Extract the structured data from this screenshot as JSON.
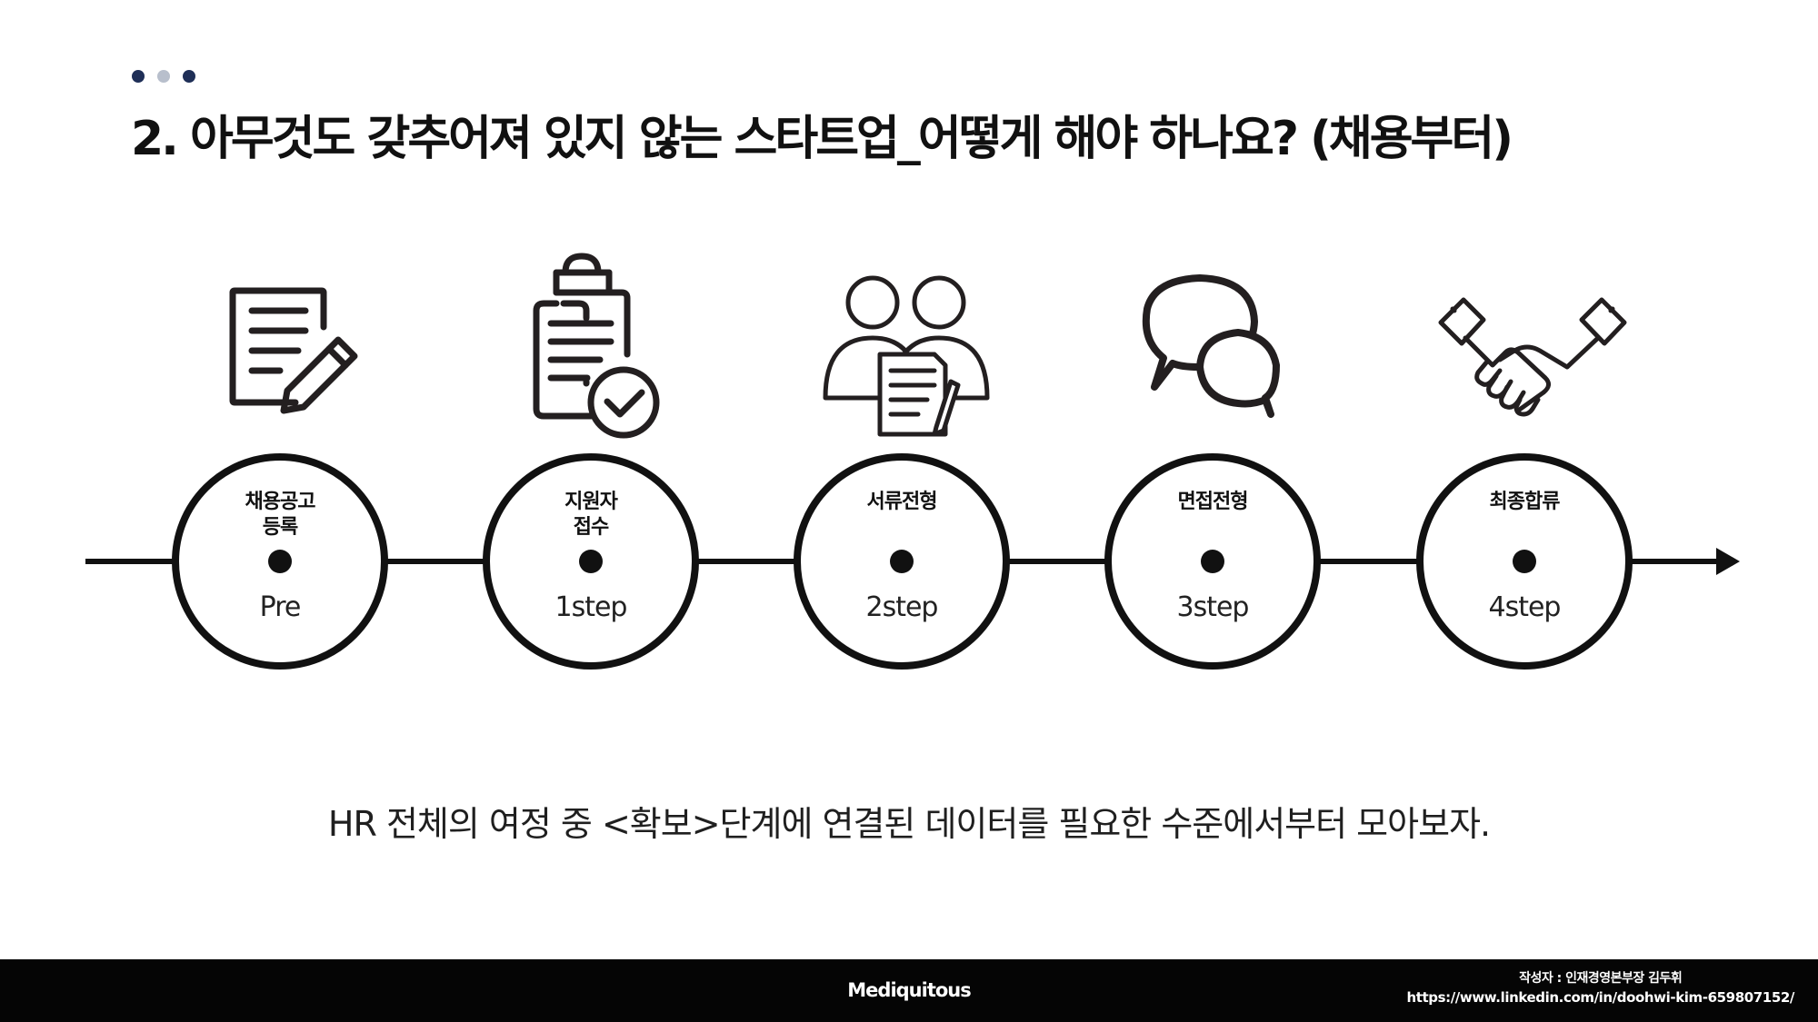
{
  "slide": {
    "title": "2. 아무것도 갖추어져 있지 않는 스타트업_어떻게 해야 하나요? (채용부터)",
    "caption": "HR 전체의 여정 중 <확보>단계에 연결된 데이터를 필요한 수준에서부터 모아보자."
  },
  "decor": {
    "dots": [
      {
        "color": "#1f2f57"
      },
      {
        "color": "#b8bfcc"
      },
      {
        "color": "#1f2f57"
      }
    ]
  },
  "timeline": {
    "steps": [
      {
        "name_line1": "채용공고",
        "name_line2": "등록",
        "step_label": "Pre",
        "icon": "document-pencil-icon"
      },
      {
        "name_line1": "지원자",
        "name_line2": "접수",
        "step_label": "1step",
        "icon": "clipboard-check-icon"
      },
      {
        "name_line1": "서류전형",
        "name_line2": "",
        "step_label": "2step",
        "icon": "people-document-icon"
      },
      {
        "name_line1": "면접전형",
        "name_line2": "",
        "step_label": "3step",
        "icon": "speech-bubbles-icon"
      },
      {
        "name_line1": "최종합류",
        "name_line2": "",
        "step_label": "4step",
        "icon": "handshake-icon"
      }
    ]
  },
  "footer": {
    "brand": "Mediquitous",
    "author": "작성자 : 인재경영본부장 김두휘",
    "link": "https://www.linkedin.com/in/doohwi-kim-659807152/"
  }
}
